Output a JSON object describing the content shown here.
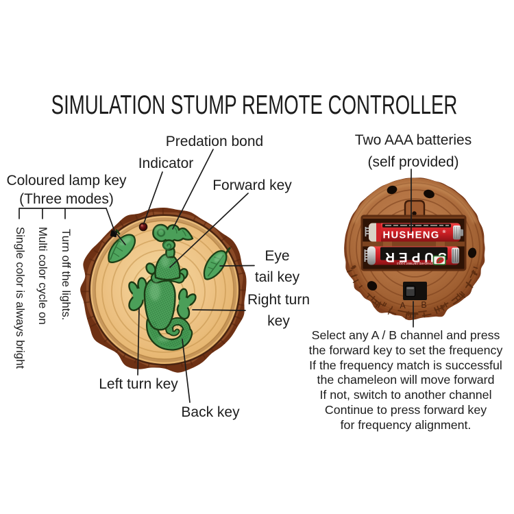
{
  "title": "SIMULATION STUMP REMOTE CONTROLLER",
  "front": {
    "predation_bond": "Predation bond",
    "indicator": "Indicator",
    "forward_key": "Forward key",
    "coloured_lamp_key": "Coloured lamp key",
    "coloured_lamp_key_sub": "(Three modes)",
    "lamp_modes": [
      "Single color is always bright",
      "Multi color cycle on",
      "Turn off the lights."
    ],
    "eye_tail_key_line1": "Eye",
    "eye_tail_key_line2": "tail key",
    "right_turn_key_line1": "Right turn",
    "right_turn_key_line2": "key",
    "left_turn_key": "Left turn key",
    "back_key": "Back key"
  },
  "back": {
    "batteries_line1": "Two AAA batteries",
    "batteries_line2": "(self provided)",
    "channel_a": "A",
    "channel_b": "B"
  },
  "battery": {
    "brand": "HUSHENG",
    "registered_mark": "®",
    "series": "SUPER",
    "small_print": "STANDARD GB/T8897 2-2013"
  },
  "instructions": [
    "Select any A / B channel and press",
    "the forward key to set the frequency",
    "If the frequency match is successful",
    "the chameleon will move forward",
    "If not, switch to another channel",
    "Continue to press forward key",
    "for frequency alignment."
  ],
  "colors": {
    "text": "#1c1c1c",
    "front_bark": "#7b3a1d",
    "wood_face": "#eec487",
    "chameleon_green": "#4d9e57",
    "back_stump": "#aa6a3e",
    "battery_red": "#cc2127",
    "indicator_red": "#6b1113"
  }
}
